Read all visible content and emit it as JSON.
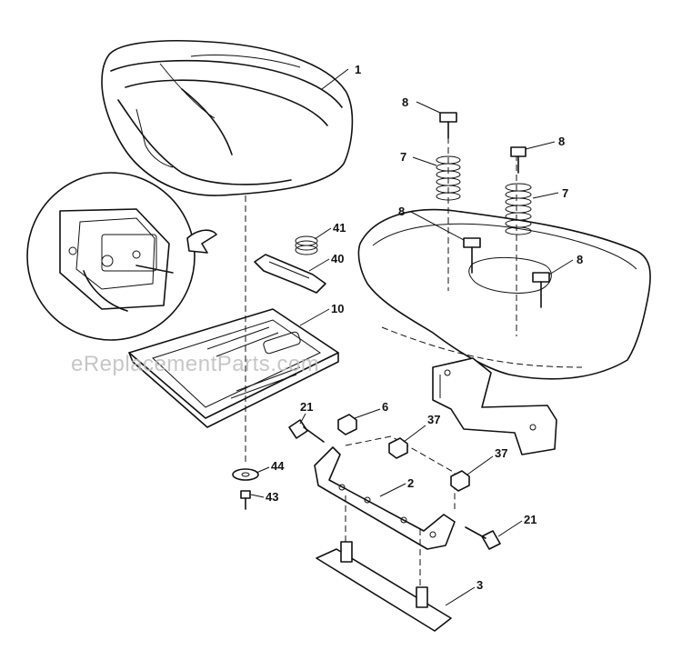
{
  "watermark": "eReplacementParts.com",
  "callouts": [
    {
      "id": "c1",
      "label": "1"
    },
    {
      "id": "c8a",
      "label": "8"
    },
    {
      "id": "c8b",
      "label": "8"
    },
    {
      "id": "c8c",
      "label": "8"
    },
    {
      "id": "c8d",
      "label": "8"
    },
    {
      "id": "c7a",
      "label": "7"
    },
    {
      "id": "c7b",
      "label": "7"
    },
    {
      "id": "c41",
      "label": "41"
    },
    {
      "id": "c40",
      "label": "40"
    },
    {
      "id": "c10",
      "label": "10"
    },
    {
      "id": "c21a",
      "label": "21"
    },
    {
      "id": "c6",
      "label": "6"
    },
    {
      "id": "c37a",
      "label": "37"
    },
    {
      "id": "c37b",
      "label": "37"
    },
    {
      "id": "c2",
      "label": "2"
    },
    {
      "id": "c21b",
      "label": "21"
    },
    {
      "id": "c44",
      "label": "44"
    },
    {
      "id": "c43",
      "label": "43"
    },
    {
      "id": "c3",
      "label": "3"
    }
  ]
}
